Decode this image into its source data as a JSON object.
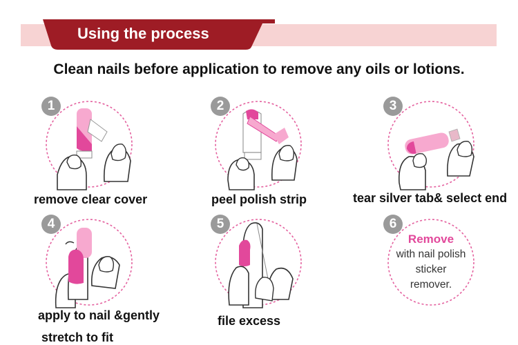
{
  "banner": {
    "title": "Using the process"
  },
  "instruction": "Clean nails before application to remove any oils or lotions.",
  "steps": [
    {
      "number": "1",
      "caption": "remove clear cover",
      "icon": "remove-cover-illustration"
    },
    {
      "number": "2",
      "caption": "peel polish strip",
      "icon": "peel-strip-illustration"
    },
    {
      "number": "3",
      "caption": "tear silver tab& select end",
      "icon": "tear-tab-illustration"
    },
    {
      "number": "4",
      "caption_line1": "apply to nail &gently",
      "caption_line2": "stretch to fit",
      "icon": "apply-nail-illustration"
    },
    {
      "number": "5",
      "caption": "file  excess",
      "icon": "file-excess-illustration"
    },
    {
      "number": "6",
      "remove_highlight": "Remove",
      "remove_line1": "with nail polish",
      "remove_line2": "sticker",
      "remove_line3": "remover."
    }
  ],
  "colors": {
    "banner_tab": "#9e1c25",
    "banner_bg": "#f7d3d3",
    "accent_pink": "#e2489b",
    "light_pink": "#f7a9cf",
    "dashed_circle": "#e4609e"
  }
}
